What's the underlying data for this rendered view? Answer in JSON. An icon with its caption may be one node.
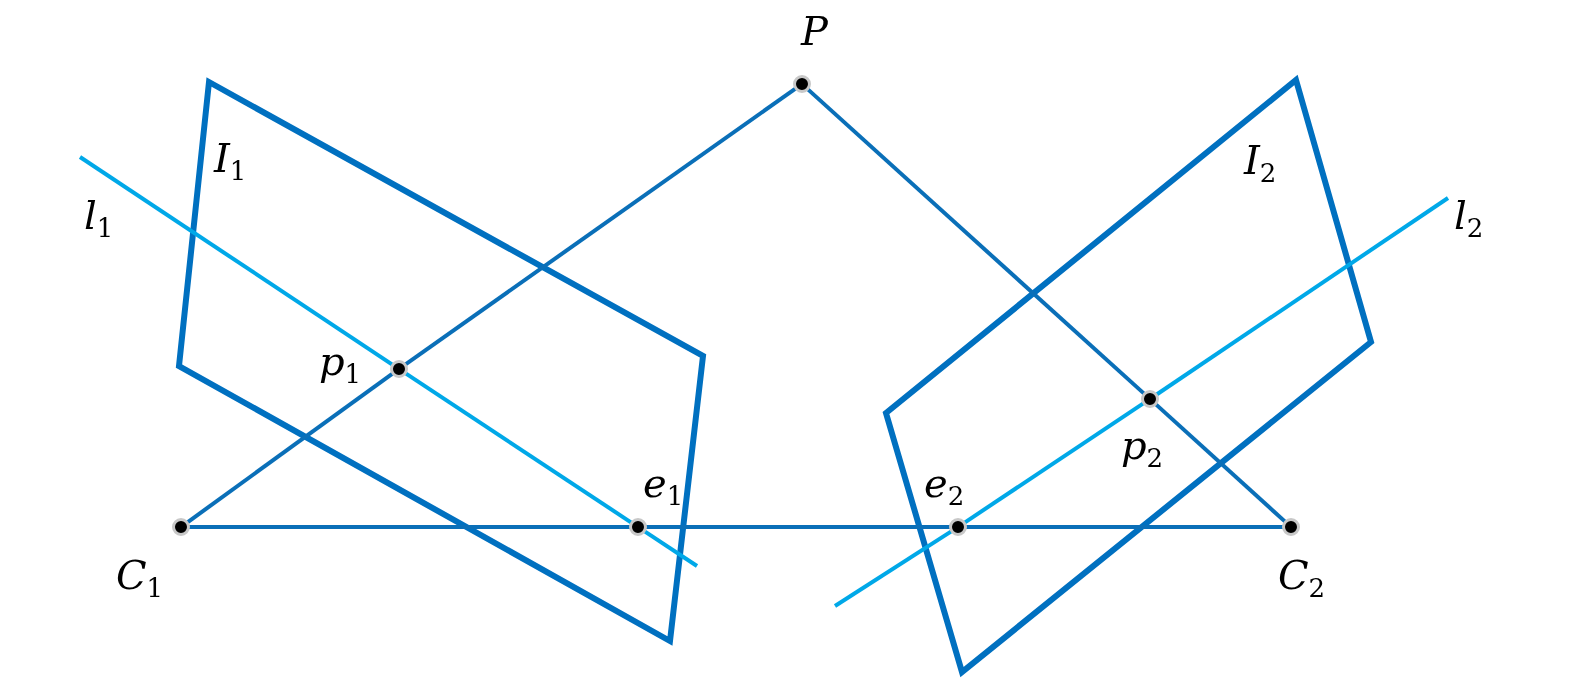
{
  "diagram": {
    "nodes": [
      {
        "text": [],
        "shape": "circle",
        "beside": [
          "P"
        ]
      },
      {
        "text": [
          "I$_{1}$"
        ]
      },
      {
        "text": [],
        "shape": "circle",
        "beside": [
          "p$_{1}$"
        ],
        "in": 1
      },
      {
        "text": [],
        "shape": "circle",
        "beside": [
          "e$_{1}$"
        ],
        "in": 1
      },
      {
        "text": [
          "I$_{2}$"
        ]
      },
      {
        "text": [],
        "shape": "circle",
        "beside": [
          "p$_{2}$"
        ],
        "in": 4
      },
      {
        "text": [],
        "shape": "circle",
        "beside": [
          "e$_{2}$"
        ],
        "in": 4
      },
      {
        "text": [],
        "shape": "circle",
        "beside": [
          "C$_{1}$"
        ]
      },
      {
        "text": [],
        "shape": "circle",
        "beside": [
          "C$_{2}$"
        ]
      }
    ],
    "edges": [
      {
        "from": 7,
        "to": 2,
        "arrow": "none"
      },
      {
        "from": 2,
        "to": 0,
        "arrow": "none"
      },
      {
        "from": 0,
        "to": 5,
        "arrow": "none"
      },
      {
        "from": 5,
        "to": 8,
        "arrow": "none"
      },
      {
        "from": 7,
        "to": 3,
        "arrow": "none"
      },
      {
        "from": 3,
        "to": 6,
        "arrow": "none"
      },
      {
        "from": 6,
        "to": 8,
        "arrow": "none"
      },
      {
        "from": null,
        "to": 2,
        "arrow": "none",
        "label": "l$_{1}$",
        "color": "#00a8e8"
      },
      {
        "from": 2,
        "to": 3,
        "arrow": "none",
        "color": "#00a8e8"
      },
      {
        "from": 3,
        "to": null,
        "arrow": "none",
        "color": "#00a8e8"
      },
      {
        "from": null,
        "to": 6,
        "arrow": "none",
        "color": "#00a8e8"
      },
      {
        "from": 6,
        "to": 5,
        "arrow": "none",
        "color": "#00a8e8"
      },
      {
        "from": 5,
        "to": null,
        "arrow": "none",
        "label": "l$_{2}$",
        "color": "#00a8e8"
      }
    ]
  }
}
